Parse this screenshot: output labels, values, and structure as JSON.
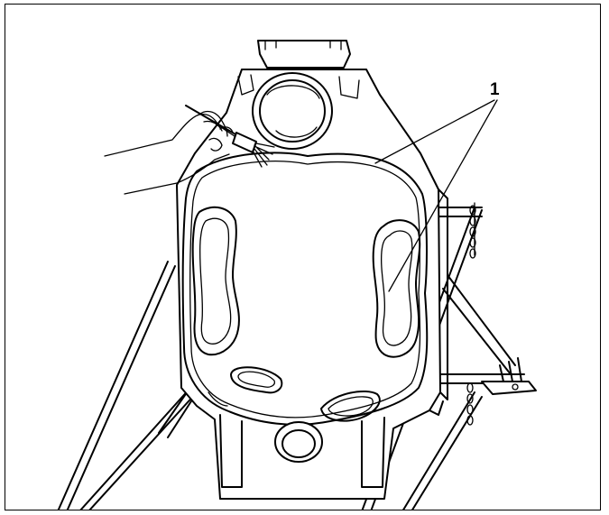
{
  "figure": {
    "callout": "1",
    "colors": {
      "line": "#000000",
      "background": "#ffffff"
    },
    "parts": [
      "heat-exchanger-section",
      "brush",
      "hand",
      "support-frame",
      "chain",
      "foot-plate"
    ]
  }
}
